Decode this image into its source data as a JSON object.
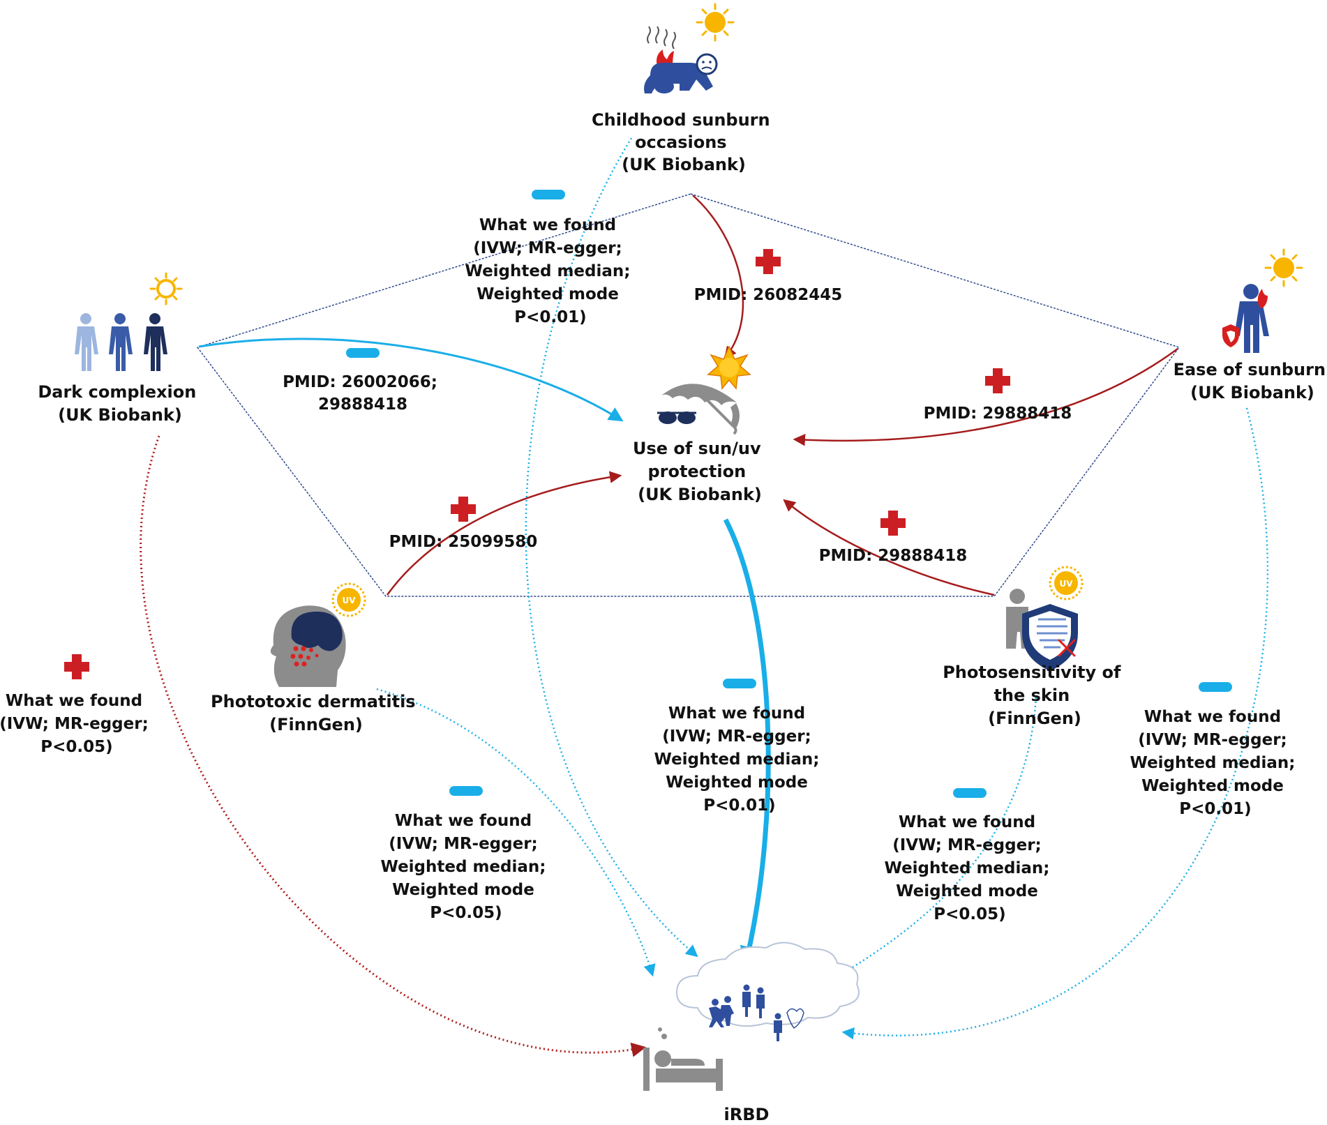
{
  "nodes": {
    "childhood": {
      "lines": [
        "Childhood sunburn",
        "occasions",
        "(UK Biobank)"
      ]
    },
    "dark": {
      "lines": [
        "Dark complexion",
        "(UK Biobank)"
      ]
    },
    "ease": {
      "lines": [
        "Ease of sunburn",
        "(UK Biobank)"
      ]
    },
    "protection": {
      "lines": [
        "Use of sun/uv",
        "protection",
        "(UK Biobank)"
      ]
    },
    "phototoxic": {
      "lines": [
        "Phototoxic dermatitis",
        "(FinnGen)"
      ]
    },
    "photosensitivity": {
      "lines": [
        "Photosensitivity of",
        "the skin",
        "(FinnGen)"
      ]
    },
    "irbd": {
      "lines": [
        "iRBD"
      ]
    }
  },
  "badges": {
    "uv": "UV"
  },
  "links": {
    "pmid_childhood": {
      "lines": [
        "PMID: 26082445"
      ]
    },
    "pmid_dark": {
      "lines": [
        "PMID: 26002066;",
        "29888418"
      ]
    },
    "pmid_ease": {
      "lines": [
        "PMID: 29888418"
      ]
    },
    "pmid_phototoxic": {
      "lines": [
        "PMID: 25099580"
      ]
    },
    "pmid_photosens": {
      "lines": [
        "PMID: 29888418"
      ]
    }
  },
  "findings": {
    "childhood": {
      "lines": [
        "What we found",
        "(IVW; MR-egger;",
        "Weighted median;",
        "Weighted mode",
        "P<0.01)"
      ]
    },
    "dark": {
      "lines": [
        "What we found",
        "(IVW; MR-egger;",
        "P<0.05)"
      ]
    },
    "phototoxic": {
      "lines": [
        "What we found",
        "(IVW; MR-egger;",
        "Weighted median;",
        "Weighted mode",
        "P<0.05)"
      ]
    },
    "protection": {
      "lines": [
        "What we found",
        "(IVW; MR-egger;",
        "Weighted median;",
        "Weighted mode",
        "P<0.01)"
      ]
    },
    "photosens": {
      "lines": [
        "What we found",
        "(IVW; MR-egger;",
        "Weighted median;",
        "Weighted mode",
        "P<0.05)"
      ]
    },
    "ease": {
      "lines": [
        "What we found",
        "(IVW; MR-egger;",
        "Weighted median;",
        "Weighted mode",
        "P<0.01)"
      ]
    }
  },
  "colors": {
    "positive": "#cc1f24",
    "negative": "#19aee8",
    "pentagon": "#2e4a8c",
    "figure_dark": "#1f3b78",
    "figure_mid": "#3a5ca8",
    "figure_light": "#9db6e0",
    "grey": "#8c8c8c",
    "sun": "#f7b500"
  }
}
